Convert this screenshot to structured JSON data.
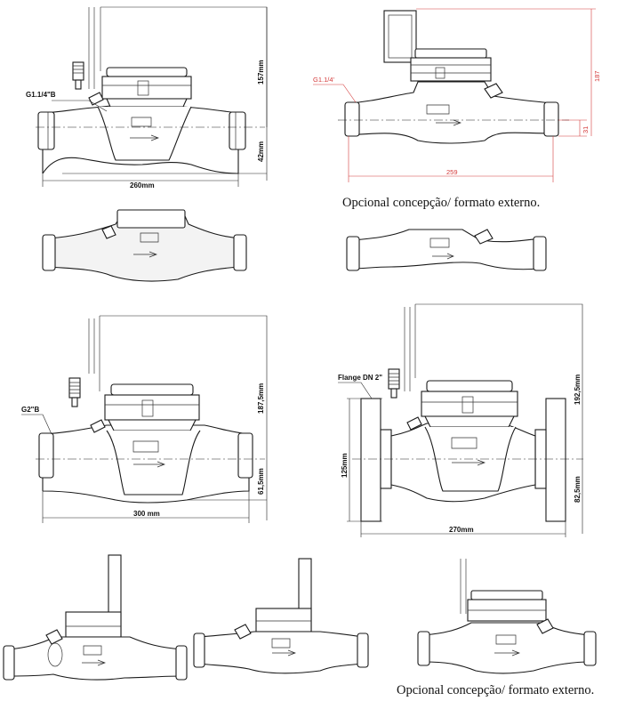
{
  "figure_1": {
    "thread_label": "G1.1/4\"B",
    "height_label": "157mm",
    "below_label": "42mm",
    "length_label": "260mm"
  },
  "figure_2": {
    "thread_label": "G1.1/4'",
    "height_label": "187",
    "below_label": "31",
    "length_label": "259",
    "colors": {
      "dimension_lines": "#d43a3a"
    }
  },
  "caption_top": "Opcional concepção/ formato externo.",
  "figure_5": {
    "thread_label": "G2\"B",
    "height_label": "187,5mm",
    "below_label": "61,5mm",
    "length_label": "300 mm"
  },
  "figure_6": {
    "flange_label": "Flange DN 2\"",
    "flange_height_label": "125mm",
    "height_label": "192,5mm",
    "below_label": "82,5mm",
    "length_label": "270mm"
  },
  "caption_bottom": "Opcional concepção/ formato externo."
}
